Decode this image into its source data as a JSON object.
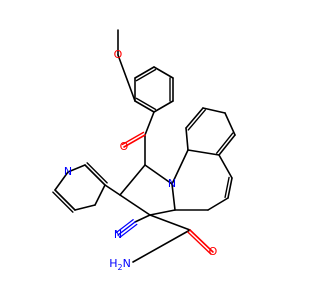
{
  "molecule": {
    "atoms": {
      "methoxy_o": "O",
      "carbonyl_o": "O",
      "pyridine_n": "N",
      "ring_n": "N",
      "nitrile_n": "N",
      "amide_o": "O",
      "amide_n": "N",
      "amide_h2": "H",
      "amide_h2_sub": "2"
    },
    "colors": {
      "bond": "#000000",
      "oxygen": "#ff0000",
      "nitrogen": "#0000ff",
      "carbon_hetero": "#008080"
    }
  }
}
